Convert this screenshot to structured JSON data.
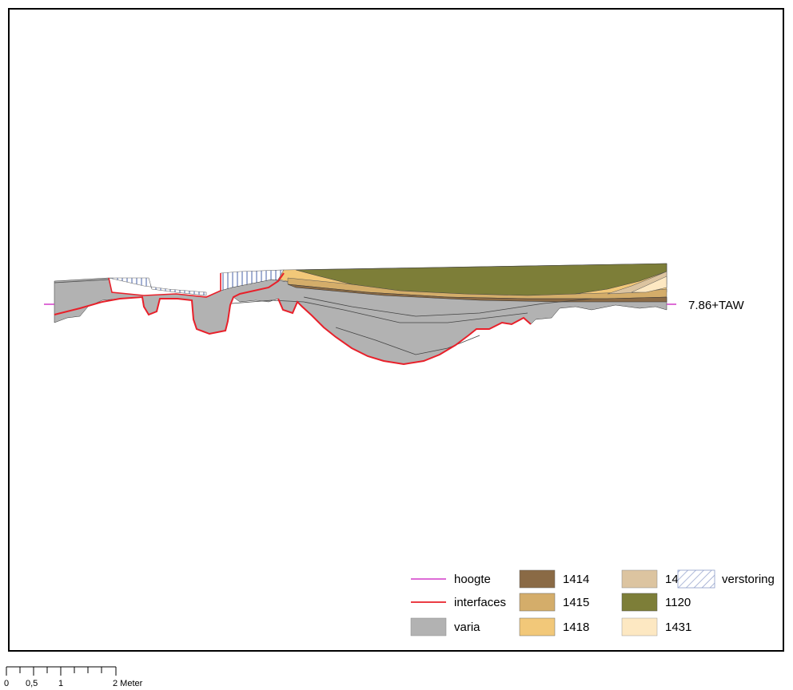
{
  "elevation_label": "7.86+TAW",
  "legend": {
    "lines": [
      {
        "label": "hoogte",
        "color": "#d23cc8"
      },
      {
        "label": "interfaces",
        "color": "#e8202a"
      }
    ],
    "fills": [
      {
        "label": "varia",
        "color": "#b2b2b2"
      },
      {
        "label": "1414",
        "color": "#8a6a45"
      },
      {
        "label": "1415",
        "color": "#d4ad6a"
      },
      {
        "label": "1418",
        "color": "#f2c879"
      },
      {
        "label": "1419",
        "color": "#dcc4a0"
      },
      {
        "label": "1120",
        "color": "#7d7e38"
      },
      {
        "label": "1431",
        "color": "#fde8c2"
      }
    ],
    "hatch": {
      "label": "verstoring",
      "color": "#8c9cc8"
    }
  },
  "scale_bar": {
    "ticks": [
      "0",
      "0,5",
      "1",
      "2 Meter"
    ]
  }
}
